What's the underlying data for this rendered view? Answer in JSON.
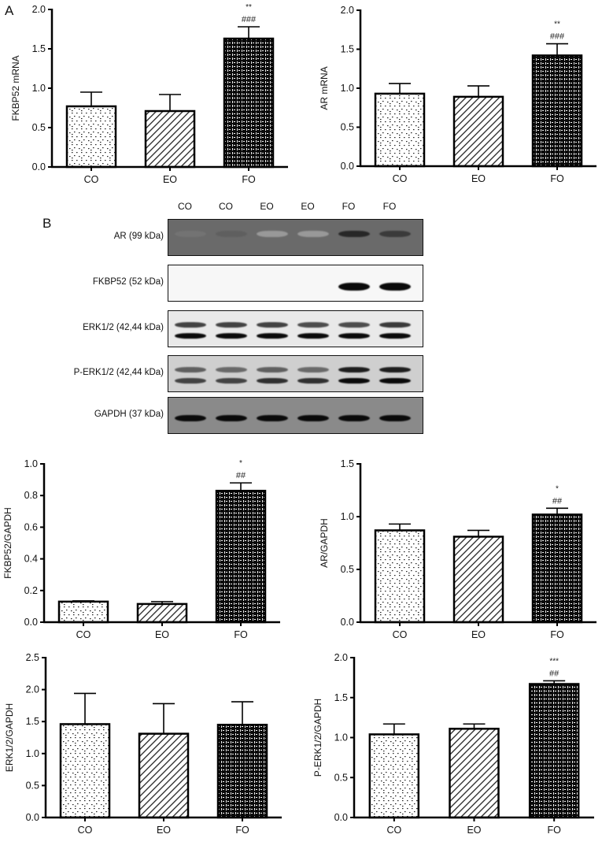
{
  "panels": {
    "A": "A",
    "B": "B"
  },
  "groups": [
    "CO",
    "EO",
    "FO"
  ],
  "patterns": {
    "CO": "dots",
    "EO": "diagonal-hatch",
    "FO": "dense-black-grid"
  },
  "chart_data": [
    {
      "id": "fkbp52_mrna",
      "type": "bar",
      "panel": "A",
      "title": "",
      "xlabel": "",
      "ylabel": "FKBP52 mRNA",
      "categories": [
        "CO",
        "EO",
        "FO"
      ],
      "values": [
        0.77,
        0.71,
        1.63
      ],
      "errors": [
        0.18,
        0.21,
        0.15
      ],
      "ylim": [
        0,
        2.0
      ],
      "yticks": [
        0.0,
        0.5,
        1.0,
        1.5,
        2.0
      ],
      "ytick_labels": [
        "0.0",
        "0.5",
        "1.0",
        "1.5",
        "2.0"
      ],
      "annotations": {
        "FO": [
          "**",
          "###"
        ]
      },
      "grid": false,
      "legend": null
    },
    {
      "id": "ar_mrna",
      "type": "bar",
      "panel": "A",
      "title": "",
      "xlabel": "",
      "ylabel": "AR mRNA",
      "categories": [
        "CO",
        "EO",
        "FO"
      ],
      "values": [
        0.93,
        0.89,
        1.42
      ],
      "errors": [
        0.13,
        0.14,
        0.15
      ],
      "ylim": [
        0,
        2.0
      ],
      "yticks": [
        0.0,
        0.5,
        1.0,
        1.5,
        2.0
      ],
      "ytick_labels": [
        "0.0",
        "0.5",
        "1.0",
        "1.5",
        "2.0"
      ],
      "annotations": {
        "FO": [
          "**",
          "###"
        ]
      },
      "grid": false,
      "legend": null
    },
    {
      "id": "fkbp52_gapdh",
      "type": "bar",
      "panel": "B",
      "title": "",
      "xlabel": "",
      "ylabel": "FKBP52/GAPDH",
      "categories": [
        "CO",
        "EO",
        "FO"
      ],
      "values": [
        0.13,
        0.115,
        0.83
      ],
      "errors": [
        0.005,
        0.015,
        0.05
      ],
      "ylim": [
        0,
        1.0
      ],
      "yticks": [
        0.0,
        0.2,
        0.4,
        0.6,
        0.8,
        1.0
      ],
      "ytick_labels": [
        "0.0",
        "0.2",
        "0.4",
        "0.6",
        "0.8",
        "1.0"
      ],
      "annotations": {
        "FO": [
          "*",
          "##"
        ]
      },
      "grid": false,
      "legend": null
    },
    {
      "id": "ar_gapdh",
      "type": "bar",
      "panel": "B",
      "title": "",
      "xlabel": "",
      "ylabel": "AR/GAPDH",
      "categories": [
        "CO",
        "EO",
        "FO"
      ],
      "values": [
        0.87,
        0.81,
        1.02
      ],
      "errors": [
        0.06,
        0.06,
        0.06
      ],
      "ylim": [
        0,
        1.5
      ],
      "yticks": [
        0.0,
        0.5,
        1.0,
        1.5
      ],
      "ytick_labels": [
        "0.0",
        "0.5",
        "1.0",
        "1.5"
      ],
      "annotations": {
        "FO": [
          "*",
          "##"
        ]
      },
      "grid": false,
      "legend": null
    },
    {
      "id": "erk_gapdh",
      "type": "bar",
      "panel": "B",
      "title": "",
      "xlabel": "",
      "ylabel": "ERK1/2/GAPDH",
      "categories": [
        "CO",
        "EO",
        "FO"
      ],
      "values": [
        1.46,
        1.31,
        1.45
      ],
      "errors": [
        0.48,
        0.47,
        0.36
      ],
      "ylim": [
        0,
        2.5
      ],
      "yticks": [
        0.0,
        0.5,
        1.0,
        1.5,
        2.0,
        2.5
      ],
      "ytick_labels": [
        "0.0",
        "0.5",
        "1.0",
        "1.5",
        "2.0",
        "2.5"
      ],
      "annotations": {},
      "grid": false,
      "legend": null
    },
    {
      "id": "perk_gapdh",
      "type": "bar",
      "panel": "B",
      "title": "",
      "xlabel": "",
      "ylabel": "P-ERK1/2/GAPDH",
      "categories": [
        "CO",
        "EO",
        "FO"
      ],
      "values": [
        1.04,
        1.11,
        1.67
      ],
      "errors": [
        0.13,
        0.06,
        0.04
      ],
      "ylim": [
        0,
        2.0
      ],
      "yticks": [
        0.0,
        0.5,
        1.0,
        1.5,
        2.0
      ],
      "ytick_labels": [
        "0.0",
        "0.5",
        "1.0",
        "1.5",
        "2.0"
      ],
      "annotations": {
        "FO": [
          "***",
          "##"
        ]
      },
      "grid": false,
      "legend": null
    }
  ],
  "western_blot": {
    "lanes": [
      "CO",
      "CO",
      "EO",
      "EO",
      "FO",
      "FO"
    ],
    "rows": [
      {
        "label": "AR (99 kDa)",
        "bg": "#6a6a6a",
        "bands": [
          [
            0.45
          ],
          [
            0.55
          ],
          [
            0.25
          ],
          [
            0.25
          ],
          [
            0.85
          ],
          [
            0.75
          ]
        ]
      },
      {
        "label": "FKBP52 (52 kDa)",
        "bg": "#f7f7f7",
        "bands": [
          [
            0
          ],
          [
            0
          ],
          [
            0
          ],
          [
            0
          ],
          [
            1.0
          ],
          [
            1.0
          ]
        ]
      },
      {
        "label": "ERK1/2 (42,44 kDa)",
        "bg": "#e9e9e9",
        "bands": [
          [
            0.7,
            1.0
          ],
          [
            0.7,
            1.0
          ],
          [
            0.7,
            1.0
          ],
          [
            0.65,
            1.0
          ],
          [
            0.65,
            1.0
          ],
          [
            0.75,
            1.0
          ]
        ]
      },
      {
        "label": "P-ERK1/2 (42,44 kDa)",
        "bg": "#cfcfcf",
        "bands": [
          [
            0.55,
            0.7
          ],
          [
            0.5,
            0.7
          ],
          [
            0.55,
            0.8
          ],
          [
            0.5,
            0.8
          ],
          [
            0.9,
            1.0
          ],
          [
            0.9,
            1.0
          ]
        ]
      },
      {
        "label": "GAPDH (37 kDa)",
        "bg": "#8a8a8a",
        "bands": [
          [
            1.0
          ],
          [
            1.0
          ],
          [
            1.0
          ],
          [
            1.0
          ],
          [
            1.0
          ],
          [
            1.0
          ]
        ]
      }
    ]
  }
}
